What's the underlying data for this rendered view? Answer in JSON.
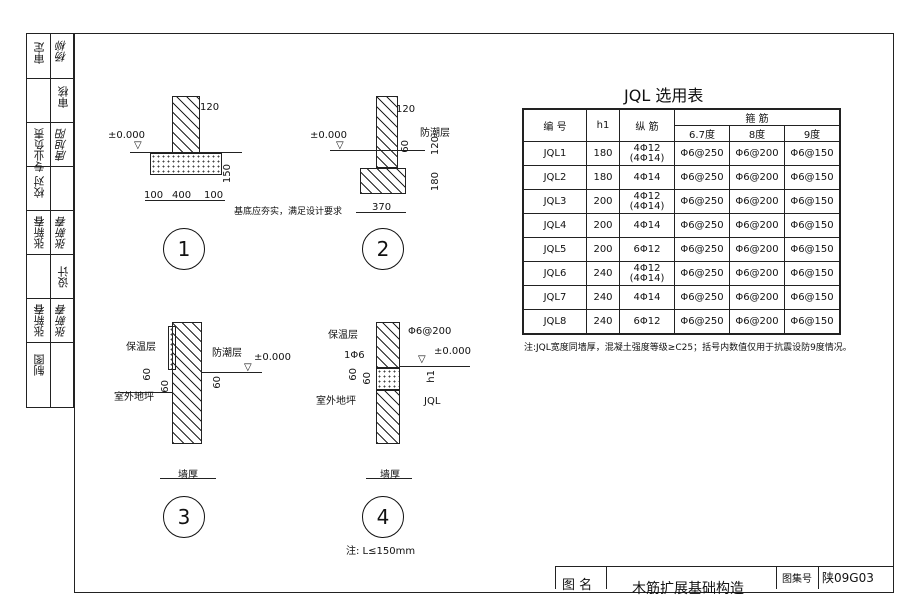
{
  "sidebar": {
    "rows": [
      {
        "role": "审定",
        "sig": "杨柳"
      },
      {
        "role": "审核",
        "sig": ""
      },
      {
        "role": "专业负责",
        "sig": "唐旭阳"
      },
      {
        "role": "校对",
        "sig": ""
      },
      {
        "role": "张新春",
        "sig": "张新春"
      },
      {
        "role": "设计",
        "sig": ""
      },
      {
        "role": "张新春",
        "sig": "张新春"
      },
      {
        "role": "制图",
        "sig": ""
      }
    ]
  },
  "details": {
    "d1": {
      "num": "1",
      "pm": "±0.000",
      "dim_top": "120",
      "dim_h": "150",
      "dims": [
        "100",
        "400",
        "100"
      ],
      "note": "基底应夯实，满足设计要求"
    },
    "d2": {
      "num": "2",
      "pm": "±0.000",
      "dim_top": "120",
      "layer": "防潮层",
      "dims": [
        "60",
        "120",
        "180"
      ],
      "width": "370"
    },
    "d3": {
      "num": "3",
      "insul": "保温层",
      "layer": "防潮层",
      "pm": "±0.000",
      "dims": [
        "60",
        "60",
        "60"
      ],
      "floor": "室外地坪",
      "wall": "墙厚"
    },
    "d4": {
      "num": "4",
      "insul": "保温层",
      "bar": "Φ6@200",
      "bar2": "1Φ6",
      "pm": "±0.000",
      "dims": [
        "60",
        "60"
      ],
      "h1": "h1",
      "floor": "室外地坪",
      "beam": "JQL",
      "wall": "墙厚",
      "note": "注: L≤150mm"
    }
  },
  "table": {
    "title": "JQL 选用表",
    "headers": {
      "id": "编 号",
      "h1": "h1",
      "long": "纵 筋",
      "stirrup": "箍 筋",
      "s67": "6.7度",
      "s8": "8度",
      "s9": "9度"
    },
    "rows": [
      {
        "id": "JQL1",
        "h1": "180",
        "long": "4Φ12",
        "long2": "(4Φ14)",
        "s67": "Φ6@250",
        "s8": "Φ6@200",
        "s9": "Φ6@150"
      },
      {
        "id": "JQL2",
        "h1": "180",
        "long": "4Φ14",
        "long2": "",
        "s67": "Φ6@250",
        "s8": "Φ6@200",
        "s9": "Φ6@150"
      },
      {
        "id": "JQL3",
        "h1": "200",
        "long": "4Φ12",
        "long2": "(4Φ14)",
        "s67": "Φ6@250",
        "s8": "Φ6@200",
        "s9": "Φ6@150"
      },
      {
        "id": "JQL4",
        "h1": "200",
        "long": "4Φ14",
        "long2": "",
        "s67": "Φ6@250",
        "s8": "Φ6@200",
        "s9": "Φ6@150"
      },
      {
        "id": "JQL5",
        "h1": "200",
        "long": "6Φ12",
        "long2": "",
        "s67": "Φ6@250",
        "s8": "Φ6@200",
        "s9": "Φ6@150"
      },
      {
        "id": "JQL6",
        "h1": "240",
        "long": "4Φ12",
        "long2": "(4Φ14)",
        "s67": "Φ6@250",
        "s8": "Φ6@200",
        "s9": "Φ6@150"
      },
      {
        "id": "JQL7",
        "h1": "240",
        "long": "4Φ14",
        "long2": "",
        "s67": "Φ6@250",
        "s8": "Φ6@200",
        "s9": "Φ6@150"
      },
      {
        "id": "JQL8",
        "h1": "240",
        "long": "6Φ12",
        "long2": "",
        "s67": "Φ6@250",
        "s8": "Φ6@200",
        "s9": "Φ6@150"
      }
    ],
    "note": "注:JQL宽度同墙厚，混凝土强度等级≥C25；括号内数值仅用于抗震设防9度情况。"
  },
  "titleblock": {
    "name_label": "图 名",
    "name": "木筋扩展基础构造",
    "atlas_label": "图集号",
    "atlas": "陕09G03"
  }
}
